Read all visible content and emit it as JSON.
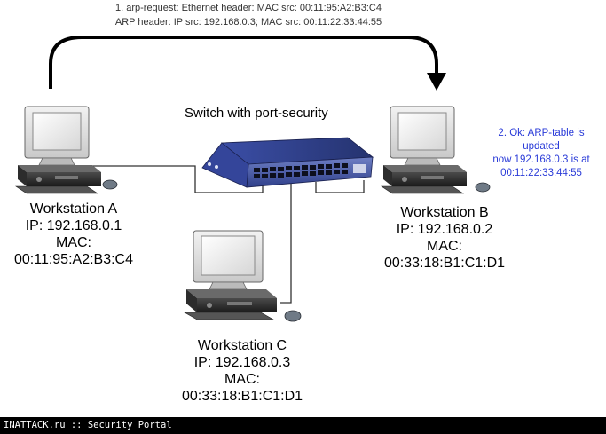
{
  "arp_request": {
    "line1": "1. arp-request: Ethernet header: MAC src: 00:11:95:A2:B3:C4",
    "line2": "ARP header: IP src: 192.168.0.3; MAC src: 00:11:22:33:44:55"
  },
  "switch": {
    "title": "Switch with port-security"
  },
  "ok_note": {
    "line1": "2. Ok: ARP-table is",
    "line2": "updated",
    "line3": "now 192.168.0.3 is at",
    "line4": "00:11:22:33:44:55"
  },
  "workstations": [
    {
      "name": "Workstation A",
      "ip": "IP: 192.168.0.1",
      "mac_label": "MAC:",
      "mac": "00:11:95:A2:B3:C4"
    },
    {
      "name": "Workstation B",
      "ip": "IP: 192.168.0.2",
      "mac_label": "MAC:",
      "mac": "00:33:18:B1:C1:D1"
    },
    {
      "name": "Workstation C",
      "ip": "IP: 192.168.0.3",
      "mac_label": "MAC:",
      "mac": "00:33:18:B1:C1:D1"
    }
  ],
  "footer": {
    "text": "INATTACK.ru :: Security Portal"
  },
  "colors": {
    "ok_note": "#2a3bd8",
    "footer_bg": "#000000",
    "switch_body": "#2f3f8a"
  }
}
